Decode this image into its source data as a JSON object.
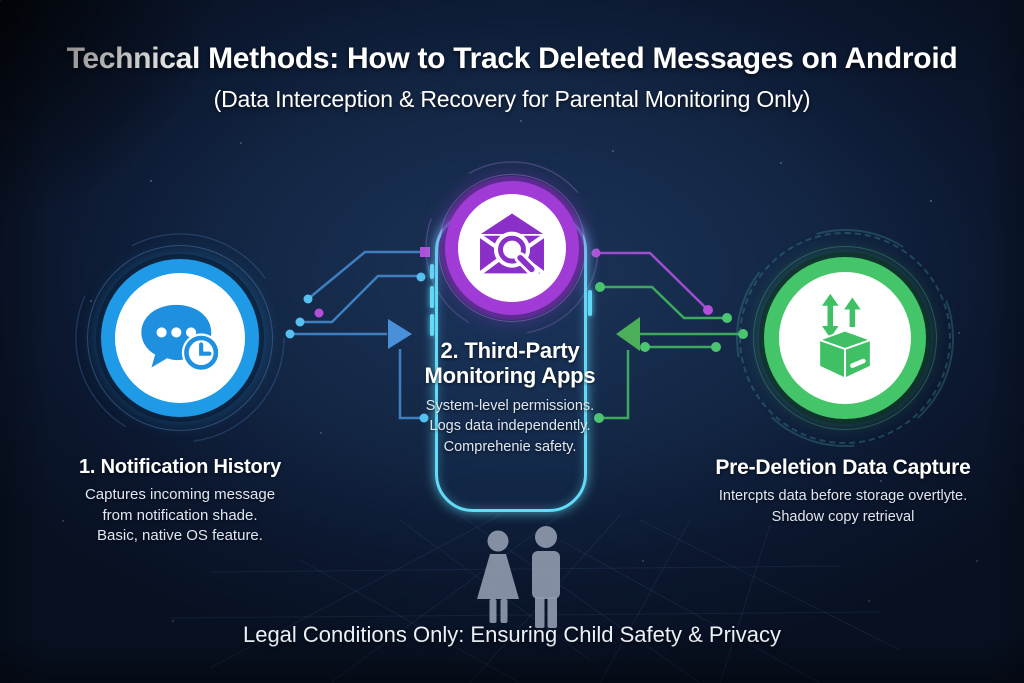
{
  "header": {
    "title": "Technical Methods: How to Track Deleted Messages on Android",
    "subtitle": "(Data Interception & Recovery for Parental Monitoring Only)"
  },
  "methods": {
    "left": {
      "icon": "chat-bubble-clock",
      "accent": "#1f9ae6",
      "heading": "1. Notification History",
      "line1": "Captures incoming message",
      "line2": "from notification shade.",
      "line3": "Basic, native OS feature."
    },
    "center": {
      "icon": "envelope-magnifier",
      "accent": "#a13bd6",
      "heading": "2. Third-Party Monitoring Apps",
      "line1": "System-level permissions.",
      "line2": "Logs data independently.",
      "line3": "Comprehenie safety."
    },
    "right": {
      "icon": "box-upload-arrows",
      "accent": "#45c569",
      "heading": "Pre-Deletion Data Capture",
      "line1": "Intercpts data before storage overtlyte.",
      "line2": "Shadow copy retrieval"
    }
  },
  "footer": {
    "text": "Legal Conditions Only: Ensuring Child Safety & Privacy"
  },
  "colors": {
    "background": "#122745",
    "phone_outline": "#63daf6",
    "circuit_blue": "#3f7fc0",
    "circuit_green": "#3da95c",
    "circuit_purple": "#9b4fd0"
  }
}
